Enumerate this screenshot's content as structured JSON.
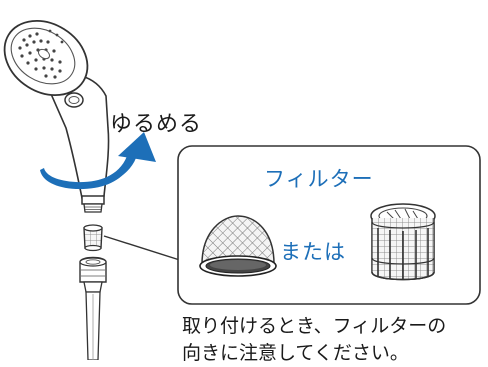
{
  "labels": {
    "loosen": "ゆるめる",
    "filter_title": "フィルター",
    "or": "または",
    "note_line1": "取り付けるとき、フィルターの",
    "note_line2": "向きに注意してください。"
  },
  "colors": {
    "arrow_blue": "#1d6fb8",
    "text_blue": "#1d6fb8",
    "line": "#333333"
  }
}
